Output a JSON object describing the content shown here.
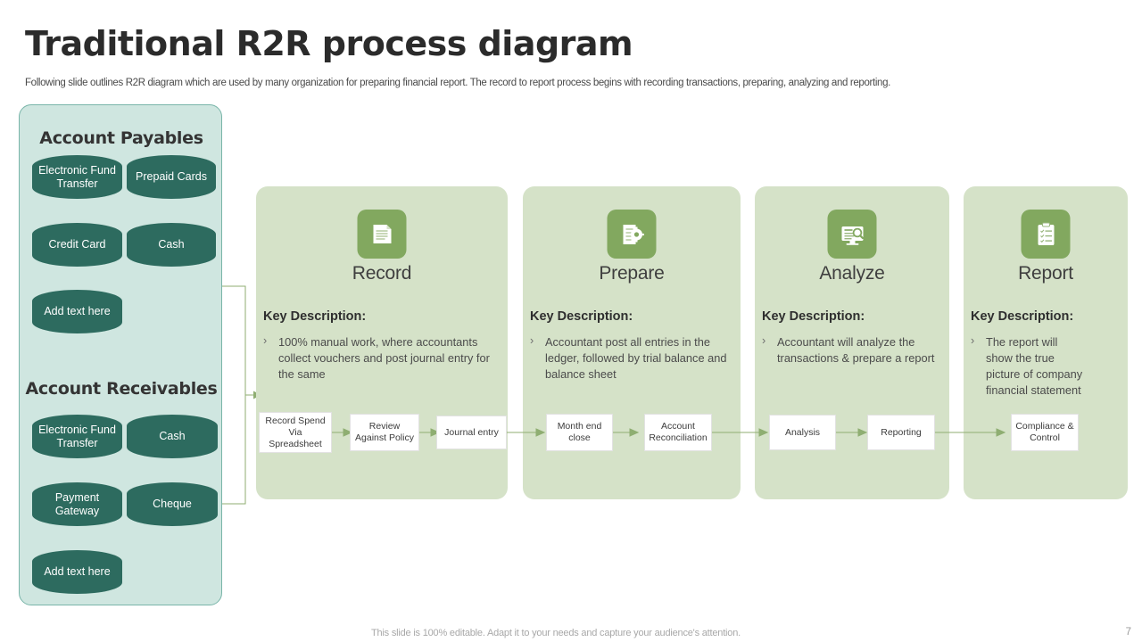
{
  "header": {
    "title": "Traditional R2R process diagram",
    "subtitle": "Following slide outlines R2R diagram which are used by many organization for preparing financial report. The record to report process begins with recording transactions, preparing, analyzing and reporting."
  },
  "colors": {
    "sidebar_bg": "#cfe6e0",
    "sidebar_border": "#79b5a9",
    "pill_bg": "#2d6b5f",
    "column_bg": "#d5e2c8",
    "icon_tile_bg": "#82a85f",
    "arrow": "#8fae72"
  },
  "sidebar": {
    "groups": [
      {
        "title": "Account Payables",
        "items": [
          {
            "label": "Electronic Fund Transfer"
          },
          {
            "label": "Prepaid Cards"
          },
          {
            "label": "Credit Card"
          },
          {
            "label": "Cash"
          },
          {
            "label": "Add text here"
          }
        ]
      },
      {
        "title": "Account Receivables",
        "items": [
          {
            "label": "Electronic Fund Transfer"
          },
          {
            "label": "Cash"
          },
          {
            "label": "Payment Gateway"
          },
          {
            "label": "Cheque"
          },
          {
            "label": "Add text here"
          }
        ]
      }
    ]
  },
  "process": {
    "key_description_label": "Key Description:",
    "bullet_glyph": "›",
    "columns": [
      {
        "name": "Record",
        "icon": "document-pages-icon",
        "description": "100% manual work, where accountants collect vouchers and post journal entry for the same",
        "steps": [
          "Record Spend Via Spreadsheet",
          "Review Against Policy",
          "Journal entry"
        ]
      },
      {
        "name": "Prepare",
        "icon": "document-gear-icon",
        "description": "Accountant post all entries in the ledger, followed by trial balance and balance sheet",
        "steps": [
          "Month end close",
          "Account Reconciliation"
        ]
      },
      {
        "name": "Analyze",
        "icon": "monitor-search-icon",
        "description": "Accountant will analyze the transactions & prepare a report",
        "steps": [
          "Analysis",
          "Reporting"
        ]
      },
      {
        "name": "Report",
        "icon": "clipboard-checklist-icon",
        "description": "The report will show the true picture of company financial statement",
        "steps": [
          "Compliance & Control"
        ]
      }
    ]
  },
  "footer": {
    "note": "This slide is 100% editable. Adapt it to your needs and capture your audience's attention.",
    "page_number": "7"
  }
}
